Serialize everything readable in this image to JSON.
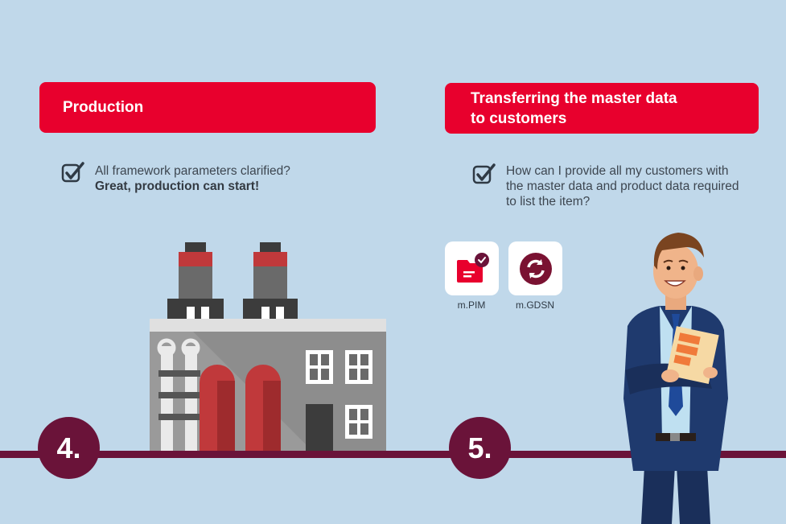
{
  "steps": [
    {
      "number": "4.",
      "title": "Production",
      "text_regular": "All framework parameters clarified?",
      "text_bold": "Great, production can start!"
    },
    {
      "number": "5.",
      "title_line1": "Transferring the master data",
      "title_line2": "to customers",
      "text": "How can I provide all my customers with the master data and product data required to list the item?"
    }
  ],
  "apps": [
    {
      "label": "m.PIM",
      "icon": "folder-check-icon"
    },
    {
      "label": "m.GDSN",
      "icon": "sync-arrows-icon"
    }
  ],
  "colors": {
    "background": "#c0d8ea",
    "accent_red": "#e8002d",
    "timeline": "#6a1339"
  }
}
